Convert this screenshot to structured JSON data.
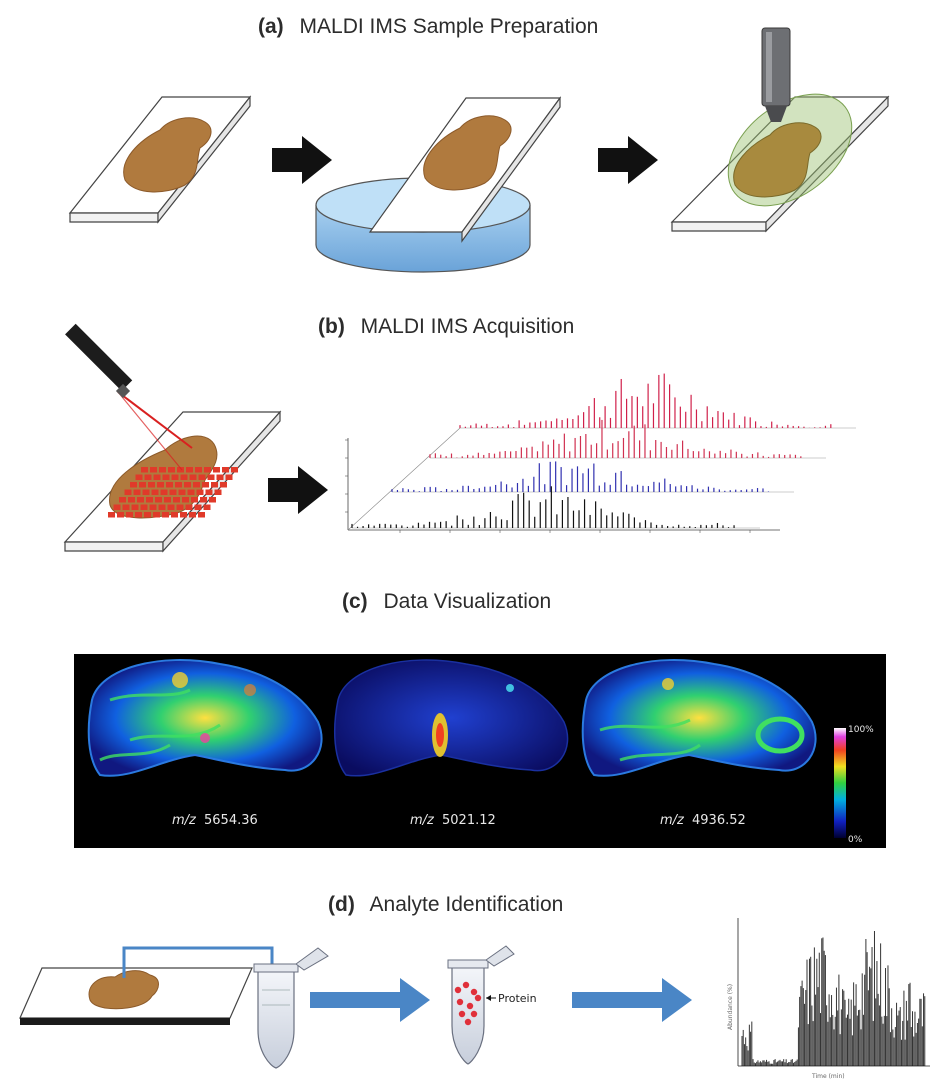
{
  "panels": {
    "a": {
      "label": "(a)",
      "title": "MALDI IMS Sample Preparation"
    },
    "b": {
      "label": "(b)",
      "title": "MALDI IMS Acquisition"
    },
    "c": {
      "label": "(c)",
      "title": "Data Visualization"
    },
    "d": {
      "label": "(d)",
      "title": "Analyte Identification"
    }
  },
  "visualization": {
    "images": [
      {
        "prefix": "m/z",
        "value": "5654.36"
      },
      {
        "prefix": "m/z",
        "value": "5021.12"
      },
      {
        "prefix": "m/z",
        "value": "4936.52"
      }
    ],
    "colorbar": {
      "max": "100%",
      "min": "0%"
    }
  },
  "identification": {
    "protein_label": "Protein",
    "y_axis_label": "Abundance (%)",
    "x_axis_label": "Time (min)"
  },
  "colors": {
    "tissue": "#b07a3e",
    "tissue_edge": "#8c5a2a",
    "matrix": "#9cc070",
    "dish": "#8fbde6",
    "laser": "#d92020",
    "grid": "#e03a2a",
    "spectrum_1": "#d0204a",
    "spectrum_2": "#d03050",
    "spectrum_3": "#3030b0",
    "spectrum_4": "#111111",
    "flow_arrow": "#4a86c6"
  }
}
